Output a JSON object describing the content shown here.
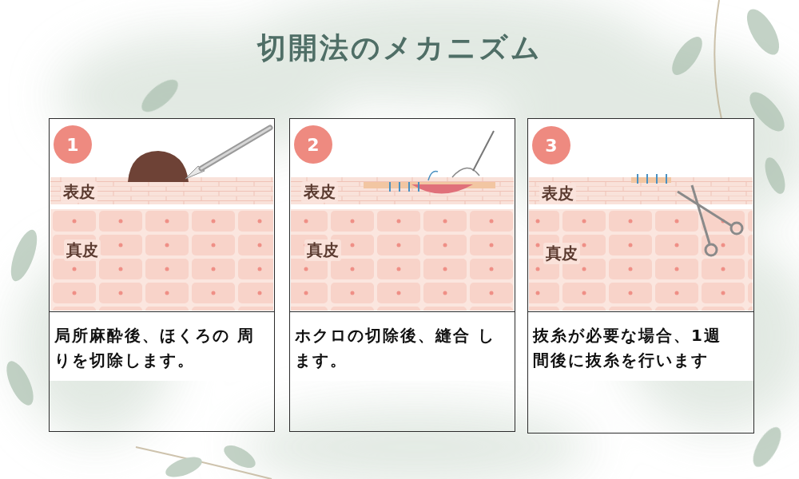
{
  "diagram": {
    "title": "切開法のメカニズム",
    "nodes": [
      {
        "text": [
          "局所麻酔後、ほくろの 周りを切除します。"
        ]
      },
      {
        "text": [
          "1"
        ],
        "in": 0
      },
      {
        "text": [
          "ホクロの切除後、縫合 します。"
        ]
      },
      {
        "text": [
          "2"
        ],
        "in": 2
      },
      {
        "text": [
          "抜糸が必要な場合、1週 間後に抜糸を行います"
        ]
      },
      {
        "text": [
          "3"
        ],
        "in": 4
      }
    ],
    "labels": [
      "表皮",
      "真皮",
      "表皮",
      "真皮",
      "表皮",
      "真皮"
    ]
  }
}
